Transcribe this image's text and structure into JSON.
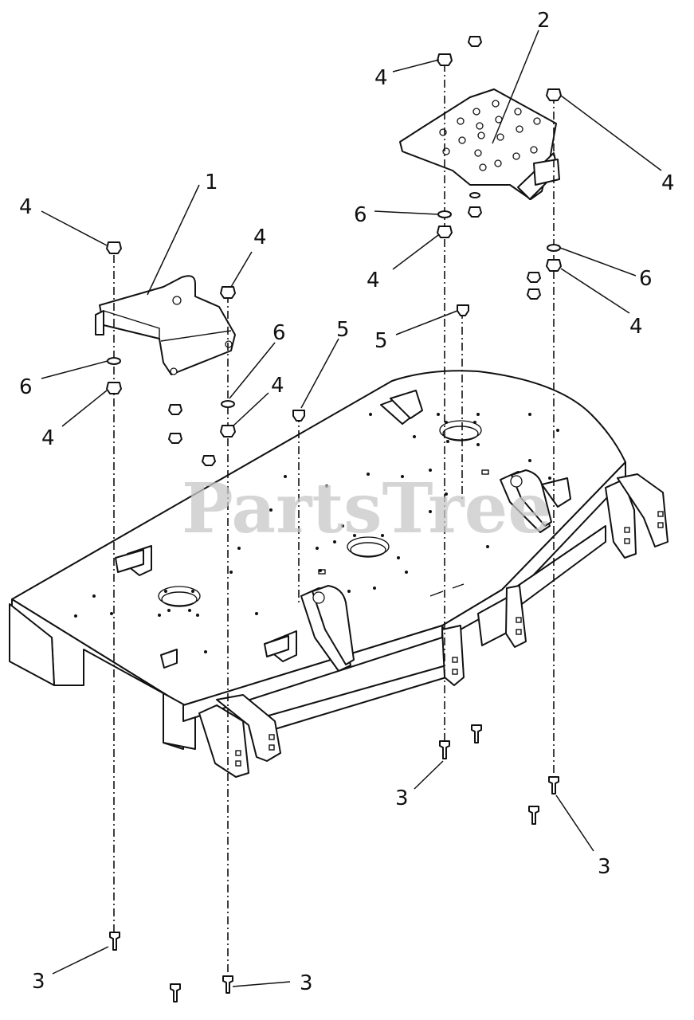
{
  "watermark": "PartsTree",
  "callouts": [
    {
      "id": "c1",
      "label": "1"
    },
    {
      "id": "c2",
      "label": "2"
    },
    {
      "id": "c3a",
      "label": "3"
    },
    {
      "id": "c3b",
      "label": "3"
    },
    {
      "id": "c3c",
      "label": "3"
    },
    {
      "id": "c3d",
      "label": "3"
    },
    {
      "id": "c4a",
      "label": "4"
    },
    {
      "id": "c4b",
      "label": "4"
    },
    {
      "id": "c4c",
      "label": "4"
    },
    {
      "id": "c4d",
      "label": "4"
    },
    {
      "id": "c4e",
      "label": "4"
    },
    {
      "id": "c4f",
      "label": "4"
    },
    {
      "id": "c4g",
      "label": "4"
    },
    {
      "id": "c4h",
      "label": "4"
    },
    {
      "id": "c5a",
      "label": "5"
    },
    {
      "id": "c5b",
      "label": "5"
    },
    {
      "id": "c6a",
      "label": "6"
    },
    {
      "id": "c6b",
      "label": "6"
    },
    {
      "id": "c6c",
      "label": "6"
    },
    {
      "id": "c6d",
      "label": "6"
    }
  ]
}
